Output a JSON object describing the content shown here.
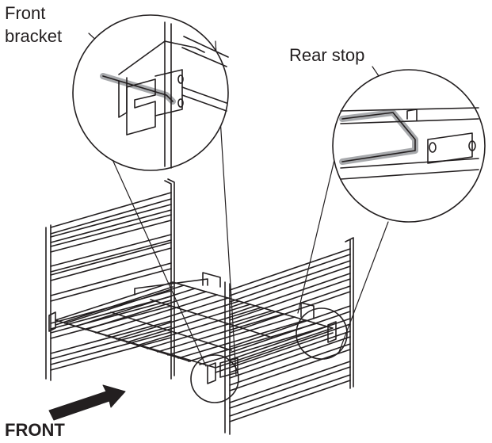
{
  "callouts": {
    "front_bracket_line1": "Front",
    "front_bracket_line2": "bracket",
    "rear_stop": "Rear stop"
  },
  "direction_label": "FRONT",
  "colors": {
    "line": "#231f20",
    "fill_gray": "#a7a9ac",
    "background": "#ffffff"
  }
}
